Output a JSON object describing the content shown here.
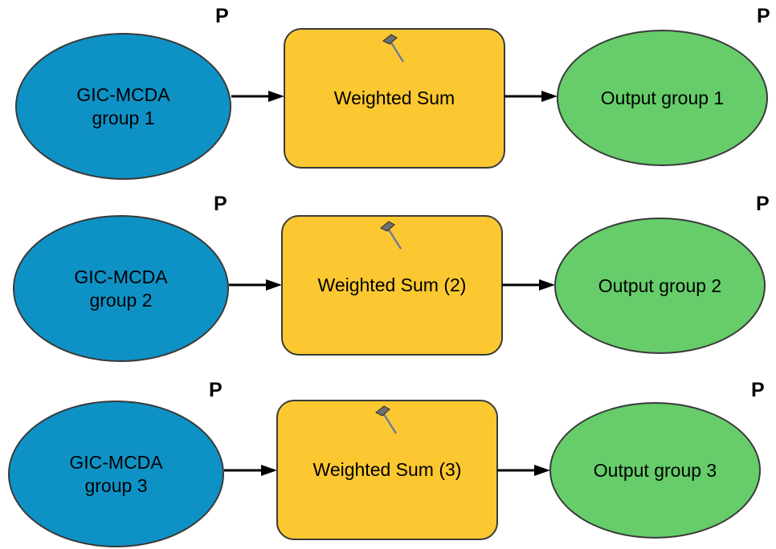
{
  "rows": [
    {
      "input": {
        "label": "GIC-MCDA\ngroup 1"
      },
      "input_marker": "P",
      "tool": {
        "label": "Weighted Sum",
        "icon": "hammer-icon"
      },
      "output": {
        "label": "Output group 1"
      },
      "output_marker": "P"
    },
    {
      "input": {
        "label": "GIC-MCDA\ngroup 2"
      },
      "input_marker": "P",
      "tool": {
        "label": "Weighted Sum (2)",
        "icon": "hammer-icon"
      },
      "output": {
        "label": "Output group 2"
      },
      "output_marker": "P"
    },
    {
      "input": {
        "label": "GIC-MCDA\ngroup 3"
      },
      "input_marker": "P",
      "tool": {
        "label": "Weighted Sum (3)",
        "icon": "hammer-icon"
      },
      "output": {
        "label": "Output group 3"
      },
      "output_marker": "P"
    }
  ],
  "colors": {
    "input_fill": "#0e92c6",
    "tool_fill": "#fbc831",
    "output_fill": "#66cd6a",
    "outline": "#3a3a3a",
    "connector": "#000000"
  }
}
